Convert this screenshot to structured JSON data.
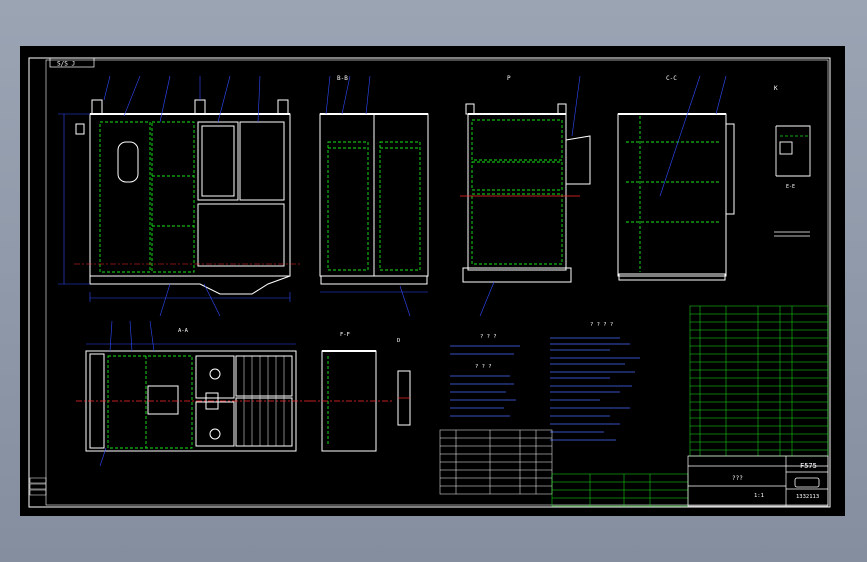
{
  "view_labels": {
    "front_label": "",
    "section_bb": "B-B",
    "view_p": "P",
    "section_cc": "C-C",
    "detail_k": "K",
    "section_ee": "E-E",
    "plan_aa": "A-A",
    "section_ff": "F-F",
    "detail_d": "D"
  },
  "top_left_box": "S/S J",
  "notes": {
    "heading_tech": "? ? ? ?",
    "heading_a": "? ? ?",
    "heading_b": "? ? ?"
  },
  "title_block": {
    "model": "F575",
    "name": "???",
    "scale": "1:1",
    "drawing_no": "1332113"
  },
  "colors": {
    "background": "#000000",
    "frame": "#ffffff",
    "outline": "#ffffff",
    "dimension": "#2f4bff",
    "hidden_line": "#19e619",
    "centerline": "#ff2a2a",
    "bom_grid": "#19e619"
  }
}
